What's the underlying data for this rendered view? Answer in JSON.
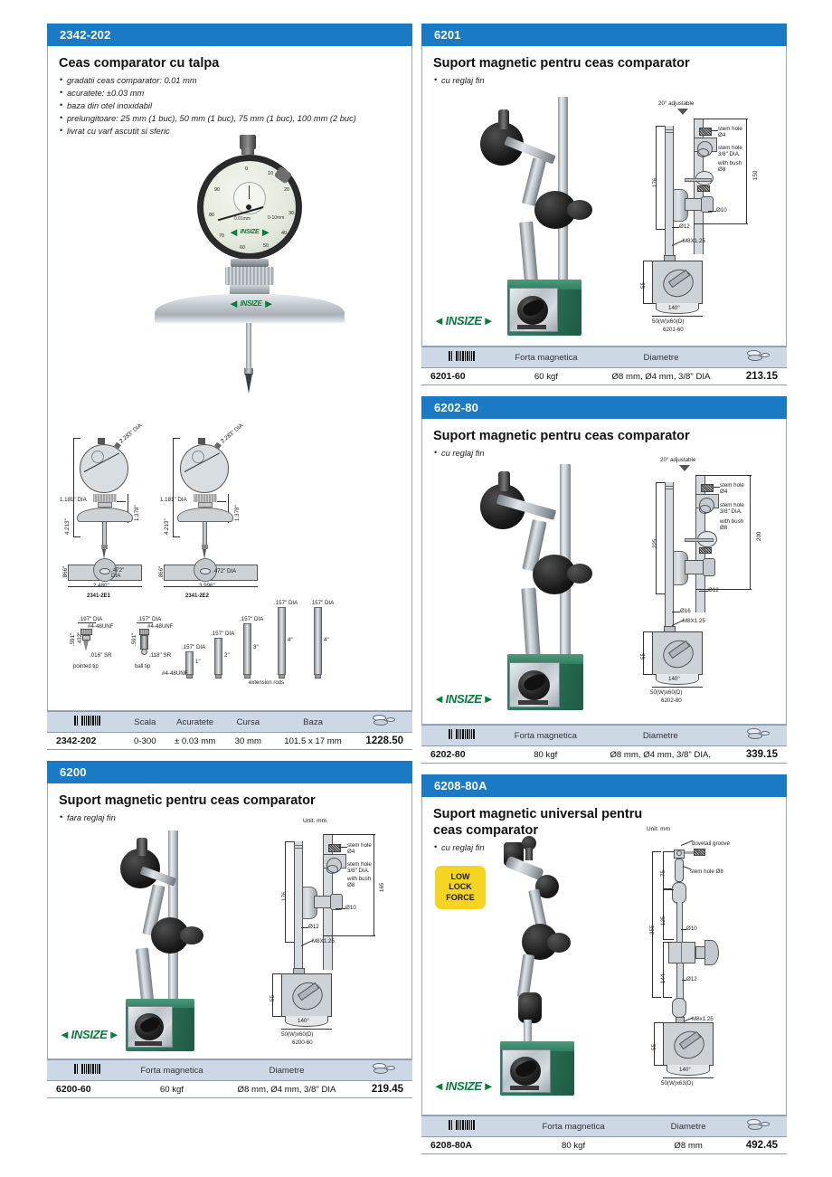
{
  "brand": {
    "name": "INSIZE",
    "color": "#0a7b3c"
  },
  "theme": {
    "header_blue": "#1a7ac4",
    "table_header": "#cdd8e6",
    "badge_yellow": "#f5d422"
  },
  "panels": [
    {
      "code": "2342-202",
      "title": "Ceas comparator cu talpa",
      "bullets": [
        "gradatii ceas comparator: 0.01 mm",
        "acuratete: ±0.03 mm",
        "baza din otel inoxidabil",
        "prelungitoare: 25 mm (1 buc), 50 mm (1 buc), 75 mm (1 buc), 100 mm (2 buc)",
        "livrat cu varf ascutit si sferic"
      ],
      "table": {
        "headers": [
          "barcode-icon",
          "Scala",
          "Acuratete",
          "Cursa",
          "Baza",
          "weight-icon"
        ],
        "row": [
          "2342-202",
          "0-300",
          "± 0.03 mm",
          "30 mm",
          "101.5 x 17 mm",
          "1228.50"
        ]
      },
      "drawing": {
        "left_model": "2341-2E1",
        "right_model": "2341-2E2",
        "dims": [
          "4.213\"",
          "2.283\" DIA",
          "2.283\" DIA",
          "1.181\" DIA",
          "1.378\"",
          "2.480\"",
          "3.996\"",
          ".472\" DIA",
          ".472\" DIA",
          ".866\""
        ],
        "tips": [
          "pointed tip",
          "ball tip",
          "extension rods"
        ],
        "tip_labels": [
          ".197\" DIA",
          "#4-48UNF",
          ".016\" SR",
          ".157\" DIA",
          "#4-48UNF",
          ".118\" SR",
          ".591\"",
          ".432\""
        ],
        "rod_labels": [
          ".157\" DIA",
          "#4-48UNF",
          "1\"",
          "2\"",
          "3\"",
          "4\"",
          "4\""
        ]
      }
    },
    {
      "code": "6200",
      "title": "Suport magnetic pentru ceas comparator",
      "bullets": [
        "fara reglaj fin"
      ],
      "unit": "Unit: mm",
      "table": {
        "headers": [
          "barcode-icon",
          "Forta magnetica",
          "Diametre",
          "weight-icon"
        ],
        "row": [
          "6200-60",
          "60 kgf",
          "Ø8 mm, Ø4 mm, 3/8\" DIA",
          "219.45"
        ]
      },
      "drawing": {
        "model": "6200-60",
        "callouts": [
          "stem hole",
          "Ø4",
          "stem hole",
          "3/8\" DIA.",
          "with bush",
          "Ø8"
        ],
        "dims": [
          "176",
          "165",
          "Ø10",
          "Ø12",
          "M8X1.25",
          "55",
          "140°",
          "50(W)x60(D)"
        ]
      }
    },
    {
      "code": "6201",
      "title": "Suport magnetic pentru ceas comparator",
      "bullets": [
        "cu reglaj fin"
      ],
      "table": {
        "headers": [
          "barcode-icon",
          "Forta magnetica",
          "Diametre",
          "weight-icon"
        ],
        "row": [
          "6201-60",
          "60 kgf",
          "Ø8 mm, Ø4 mm, 3/8\" DIA",
          "213.15"
        ]
      },
      "drawing": {
        "model": "6201-60",
        "adjustable": "20° adjustable",
        "callouts": [
          "stem hole",
          "Ø4",
          "stem hole",
          "3/8\" DIA.",
          "with bush",
          "Ø8"
        ],
        "dims": [
          "176",
          "150",
          "Ø10",
          "Ø12",
          "M8X1.25",
          "55",
          "140°",
          "50(W)x60(D)"
        ]
      }
    },
    {
      "code": "6202-80",
      "title": "Suport magnetic pentru ceas comparator",
      "bullets": [
        "cu reglaj fin"
      ],
      "table": {
        "headers": [
          "barcode-icon",
          "Forta magnetica",
          "Diametre",
          "weight-icon"
        ],
        "row": [
          "6202-80",
          "80 kgf",
          "Ø8 mm, Ø4 mm, 3/8\" DIA,",
          "339.15"
        ]
      },
      "drawing": {
        "model": "6202-80",
        "adjustable": "20° adjustable",
        "callouts": [
          "stem hole",
          "Ø4",
          "stem hole",
          "3/8\" DIA.",
          "with bush",
          "Ø8"
        ],
        "dims": [
          "225",
          "200",
          "Ø12",
          "Ø16",
          "M8X1.25",
          "55",
          "140°",
          "50(W)x60(D)"
        ]
      }
    },
    {
      "code": "6208-80A",
      "title": "Suport magnetic universal pentru ceas comparator",
      "bullets": [
        "cu reglaj fin"
      ],
      "badge": "LOW LOCK FORCE",
      "unit": "Unit: mm",
      "table": {
        "headers": [
          "barcode-icon",
          "Forta magnetica",
          "Diametre",
          "weight-icon"
        ],
        "row": [
          "6208-80A",
          "80 kgf",
          "Ø8 mm",
          "492.45"
        ]
      },
      "drawing": {
        "callouts": [
          "dovetail groove",
          "stem hole Ø8"
        ],
        "dims": [
          "75",
          "125",
          "355",
          "Ø10",
          "Ø12",
          "144",
          "M8x1.25",
          "55",
          "140°",
          "50(W)x63(D)"
        ]
      }
    }
  ]
}
